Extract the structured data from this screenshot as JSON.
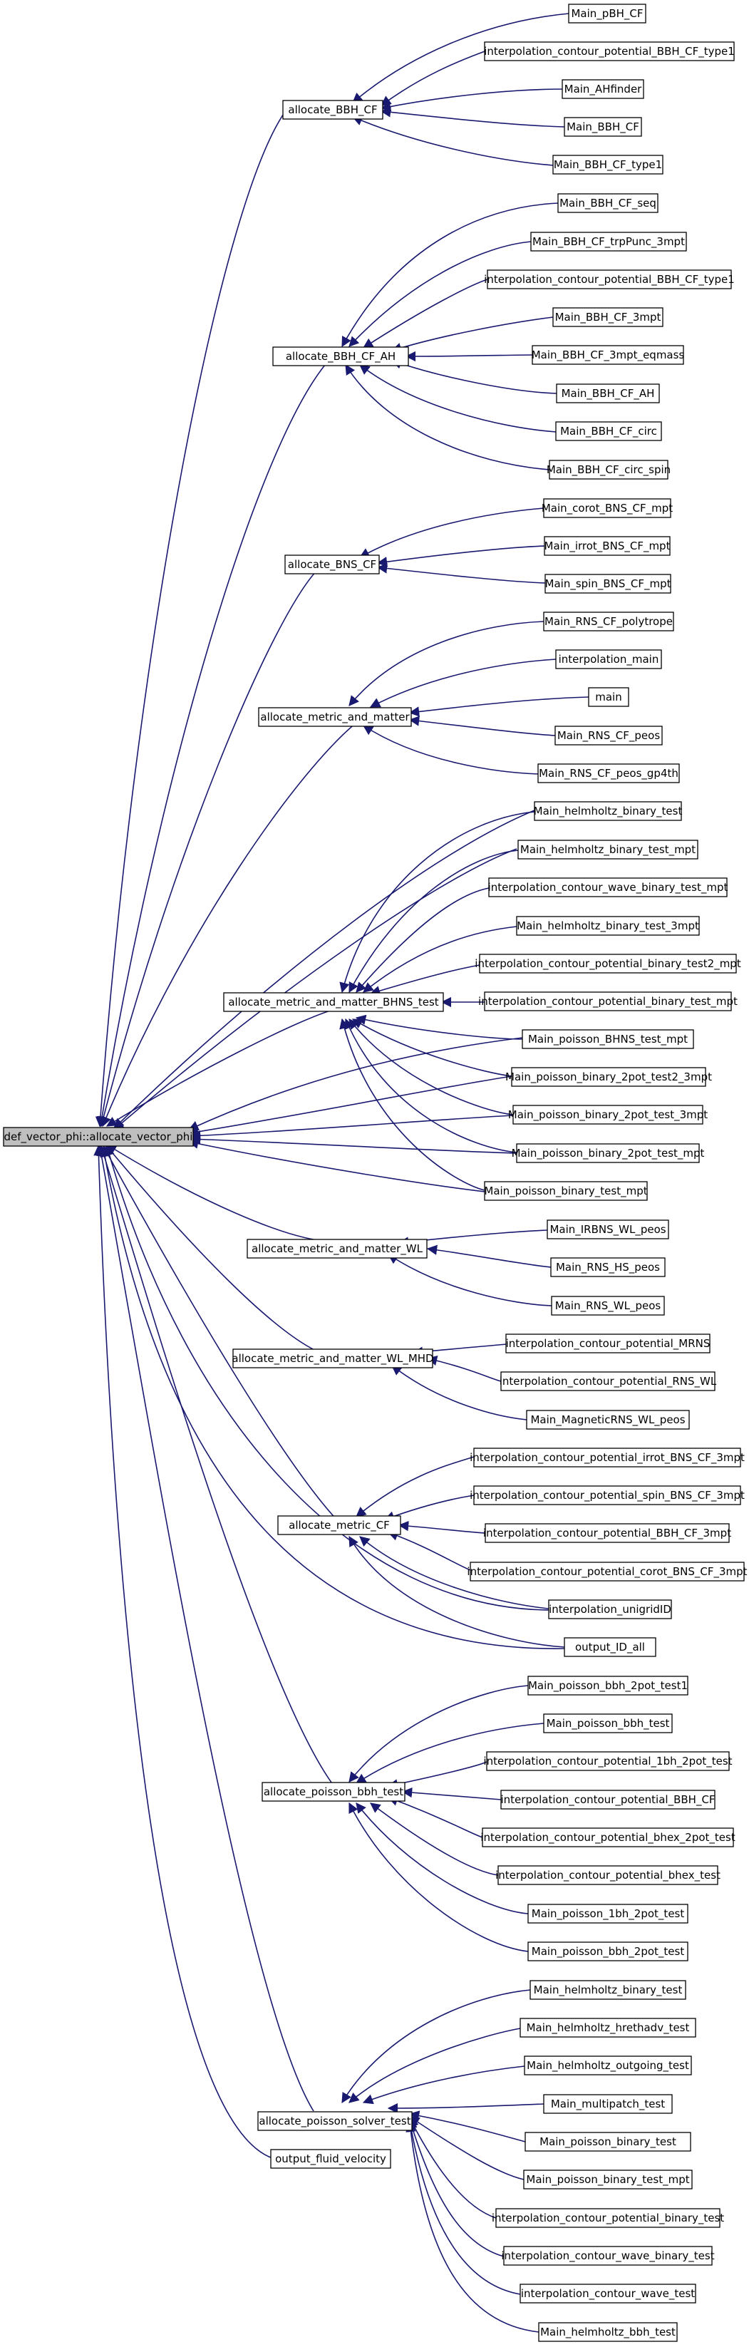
{
  "graph": {
    "root": "def_vector_phi::allocate_vector_phi",
    "intermediates": [
      "allocate_BBH_CF",
      "allocate_BBH_CF_AH",
      "allocate_BNS_CF",
      "allocate_metric_and_matter",
      "allocate_metric_and_matter_BHNS_test",
      "allocate_metric_and_matter_WL",
      "allocate_metric_and_matter_WL_MHD",
      "allocate_metric_CF",
      "allocate_poisson_bbh_test",
      "allocate_poisson_solver_test",
      "output_fluid_velocity"
    ],
    "leaves": [
      "Main_pBH_CF",
      "interpolation_contour_potential_BBH_CF_type1",
      "Main_AHfinder",
      "Main_BBH_CF",
      "Main_BBH_CF_type1",
      "Main_BBH_CF_seq",
      "Main_BBH_CF_trpPunc_3mpt",
      "interpolation_contour_potential_BBH_CF_type1",
      "Main_BBH_CF_3mpt",
      "Main_BBH_CF_3mpt_eqmass",
      "Main_BBH_CF_AH",
      "Main_BBH_CF_circ",
      "Main_BBH_CF_circ_spin",
      "Main_corot_BNS_CF_mpt",
      "Main_irrot_BNS_CF_mpt",
      "Main_spin_BNS_CF_mpt",
      "Main_RNS_CF_polytrope",
      "interpolation_main",
      "main",
      "Main_RNS_CF_peos",
      "Main_RNS_CF_peos_gp4th",
      "Main_helmholtz_binary_test",
      "Main_helmholtz_binary_test_mpt",
      "interpolation_contour_wave_binary_test_mpt",
      "Main_helmholtz_binary_test_3mpt",
      "interpolation_contour_potential_binary_test2_mpt",
      "interpolation_contour_potential_binary_test_mpt",
      "Main_poisson_BHNS_test_mpt",
      "Main_poisson_binary_2pot_test2_3mpt",
      "Main_poisson_binary_2pot_test_3mpt",
      "Main_poisson_binary_2pot_test_mpt",
      "Main_poisson_binary_test_mpt",
      "Main_IRBNS_WL_peos",
      "Main_RNS_HS_peos",
      "Main_RNS_WL_peos",
      "interpolation_contour_potential_MRNS",
      "interpolation_contour_potential_RNS_WL",
      "Main_MagneticRNS_WL_peos",
      "interpolation_contour_potential_irrot_BNS_CF_3mpt",
      "interpolation_contour_potential_spin_BNS_CF_3mpt",
      "interpolation_contour_potential_BBH_CF_3mpt",
      "interpolation_contour_potential_corot_BNS_CF_3mpt",
      "interpolation_unigridID",
      "output_ID_all",
      "Main_poisson_bbh_2pot_test1",
      "Main_poisson_bbh_test",
      "interpolation_contour_potential_1bh_2pot_test",
      "interpolation_contour_potential_BBH_CF",
      "interpolation_contour_potential_bhex_2pot_test",
      "interpolation_contour_potential_bhex_test",
      "Main_poisson_1bh_2pot_test",
      "Main_poisson_bbh_2pot_test",
      "Main_helmholtz_binary_test",
      "Main_helmholtz_hrethadv_test",
      "Main_helmholtz_outgoing_test",
      "Main_multipatch_test",
      "Main_poisson_binary_test",
      "Main_poisson_binary_test_mpt",
      "interpolation_contour_potential_binary_test",
      "interpolation_contour_wave_binary_test",
      "interpolation_contour_wave_test",
      "Main_helmholtz_bbh_test"
    ]
  },
  "style": {
    "edge_color": "#191970",
    "root_fill": "#bfbfbf",
    "node_fill": "#ffffff",
    "node_border": "#000000"
  }
}
